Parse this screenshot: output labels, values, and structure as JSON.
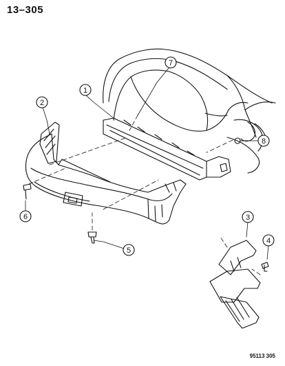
{
  "header": {
    "page_number": "13–305"
  },
  "footer": {
    "figure_id": "95113 305"
  },
  "callouts": [
    {
      "id": "1",
      "label": "1"
    },
    {
      "id": "2",
      "label": "2"
    },
    {
      "id": "3",
      "label": "3"
    },
    {
      "id": "4",
      "label": "4"
    },
    {
      "id": "5",
      "label": "5"
    },
    {
      "id": "6",
      "label": "6"
    },
    {
      "id": "7",
      "label": "7"
    },
    {
      "id": "8",
      "label": "8"
    }
  ]
}
